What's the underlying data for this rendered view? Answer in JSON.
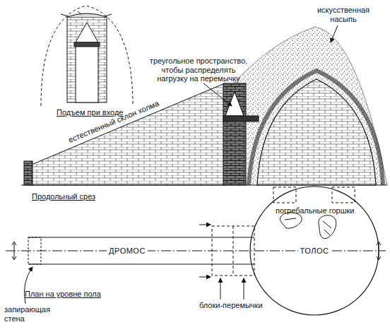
{
  "diagram": {
    "nodes": [
      {
        "text": [
          "ДРОМОС"
        ]
      },
      {
        "text": [
          "ТОЛОС"
        ]
      }
    ],
    "labels": [
      "Подъем при входе",
      "искусственная насыпь",
      "треугольное пространство, чтобы распределять нагрузку на перемычку",
      "естественный склон холма",
      "Продольный срез",
      "погребальные горшки",
      "План на уровне пола",
      "запирающая стена",
      "блоки-перемычки"
    ]
  }
}
